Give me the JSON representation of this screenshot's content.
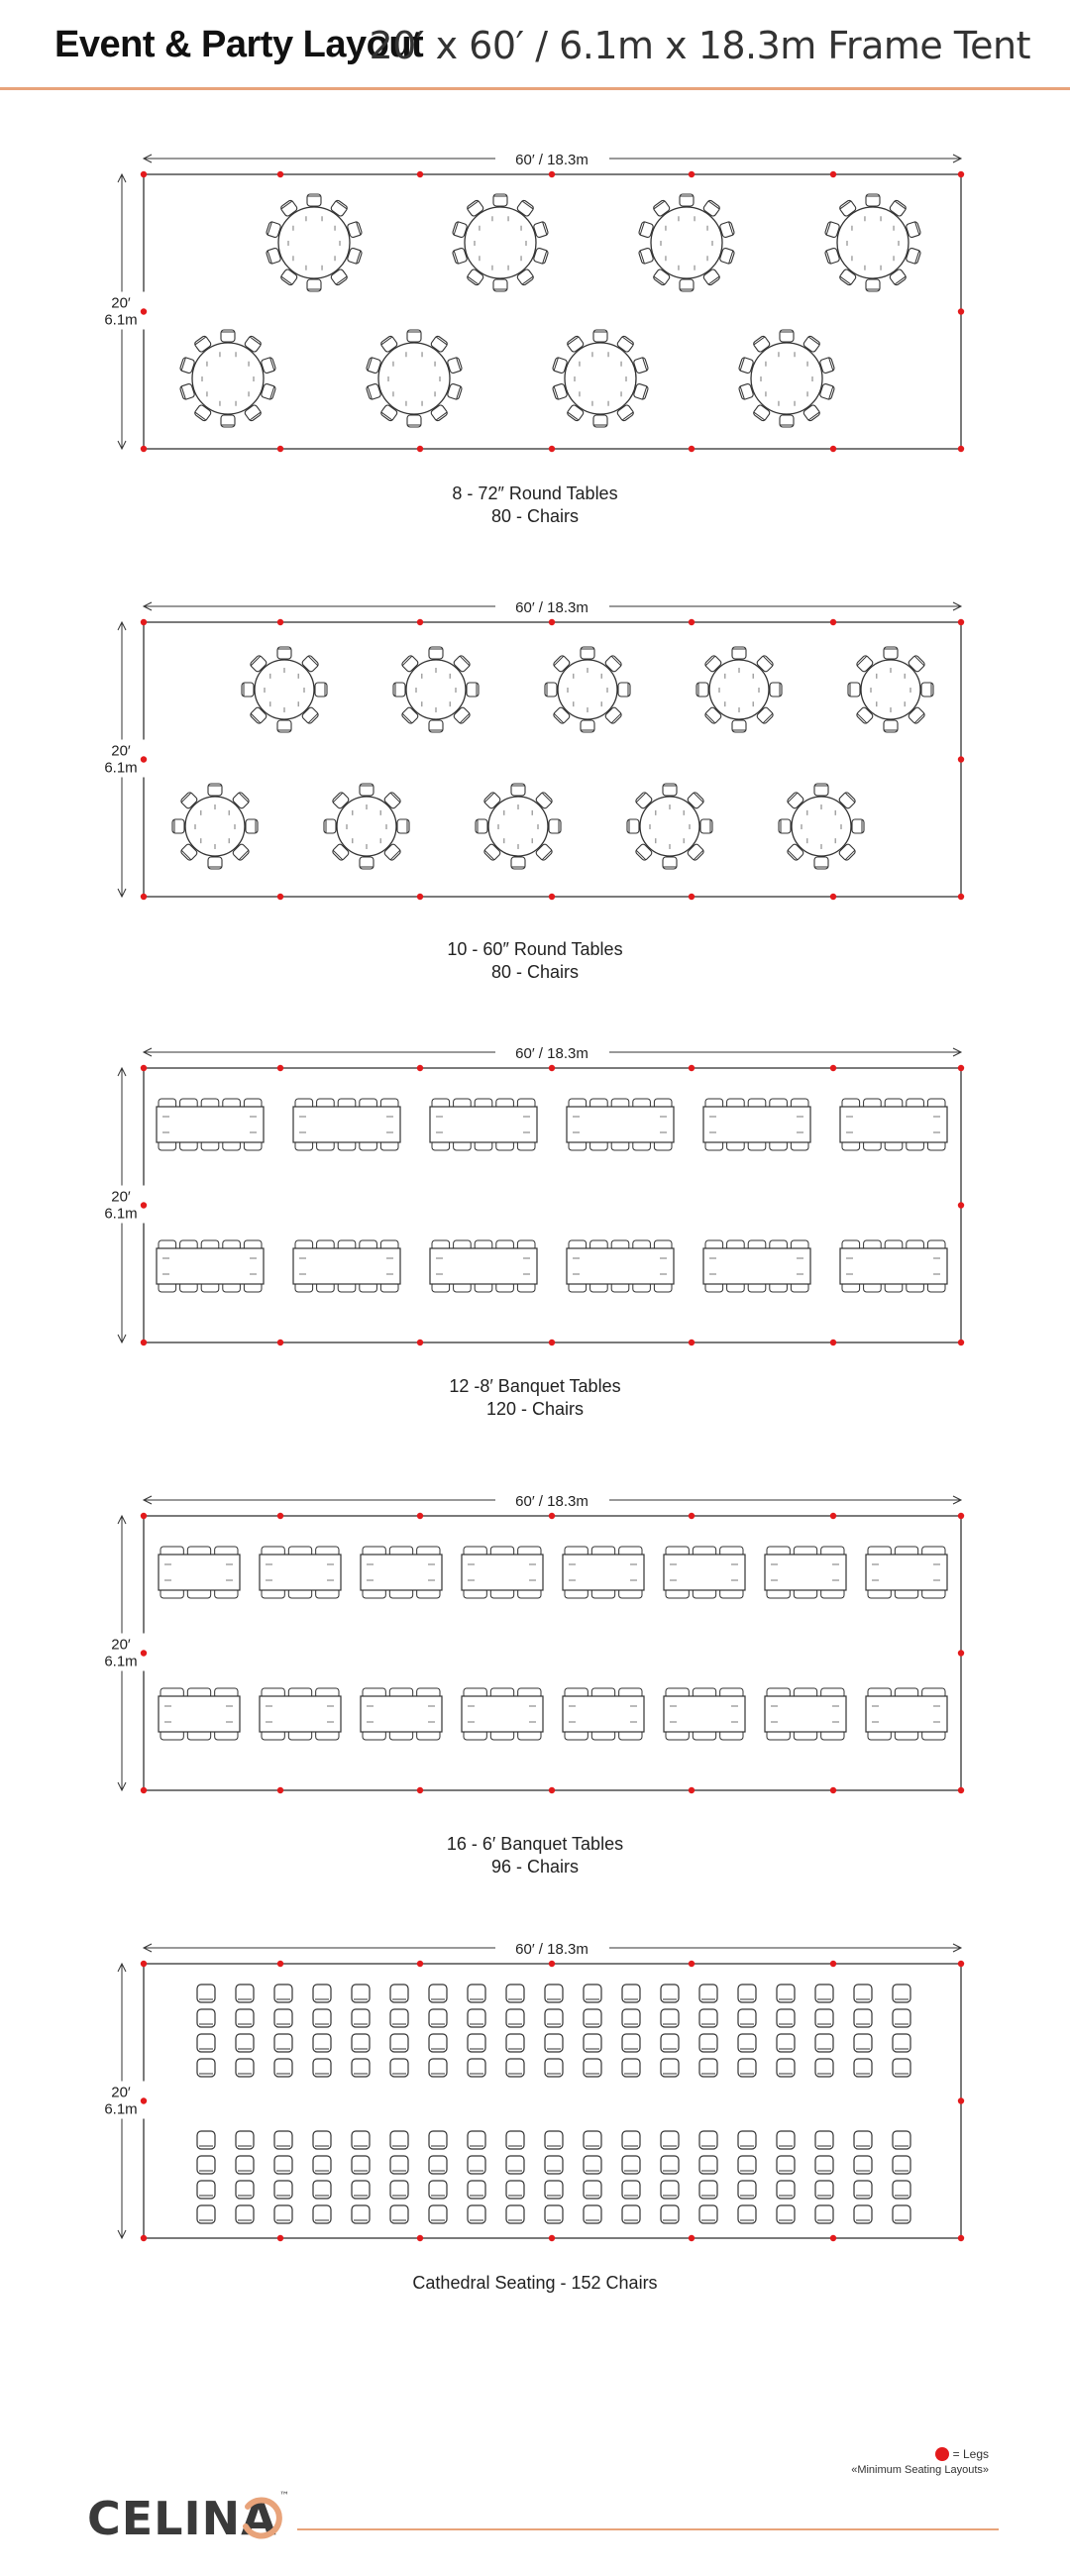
{
  "header": {
    "title": "Event & Party Layout",
    "subtitle": "20′ x 60′ / 6.1m x 18.3m Frame Tent"
  },
  "dimensions": {
    "length_label": "60′ / 18.3m",
    "width_label_ft": "20′",
    "width_label_m": "6.1m"
  },
  "layouts": [
    {
      "kind": "round",
      "table_count": 8,
      "chairs_per_table": 10,
      "row_counts": [
        4,
        4
      ],
      "caption_line1": "8 - 72″ Round Tables",
      "caption_line2": "80 - Chairs"
    },
    {
      "kind": "round",
      "table_count": 10,
      "chairs_per_table": 8,
      "row_counts": [
        5,
        5
      ],
      "caption_line1": "10 - 60″ Round Tables",
      "caption_line2": "80 - Chairs"
    },
    {
      "kind": "banquet",
      "table_count": 12,
      "chairs_per_table": 10,
      "row_counts": [
        6,
        6
      ],
      "caption_line1": "12 -8′  Banquet Tables",
      "caption_line2": "120 - Chairs"
    },
    {
      "kind": "banquet",
      "table_count": 16,
      "chairs_per_table": 6,
      "row_counts": [
        8,
        8
      ],
      "caption_line1": "16 - 6′ Banquet Tables",
      "caption_line2": "96 - Chairs"
    },
    {
      "kind": "cathedral",
      "table_count": 0,
      "chairs_per_table": 0,
      "row_counts": [
        4,
        4
      ],
      "chairs_per_row": 19,
      "caption_line1": "Cathedral Seating - 152 Chairs",
      "caption_line2": ""
    }
  ],
  "legend": {
    "legs_label": "= Legs",
    "note": "«Minimum Seating Layouts»"
  },
  "brand": {
    "logo_text": "CELINA",
    "tm": "™"
  },
  "colors": {
    "accent": "#e8a37a",
    "leg": "#e31a1c",
    "line": "#333333"
  }
}
